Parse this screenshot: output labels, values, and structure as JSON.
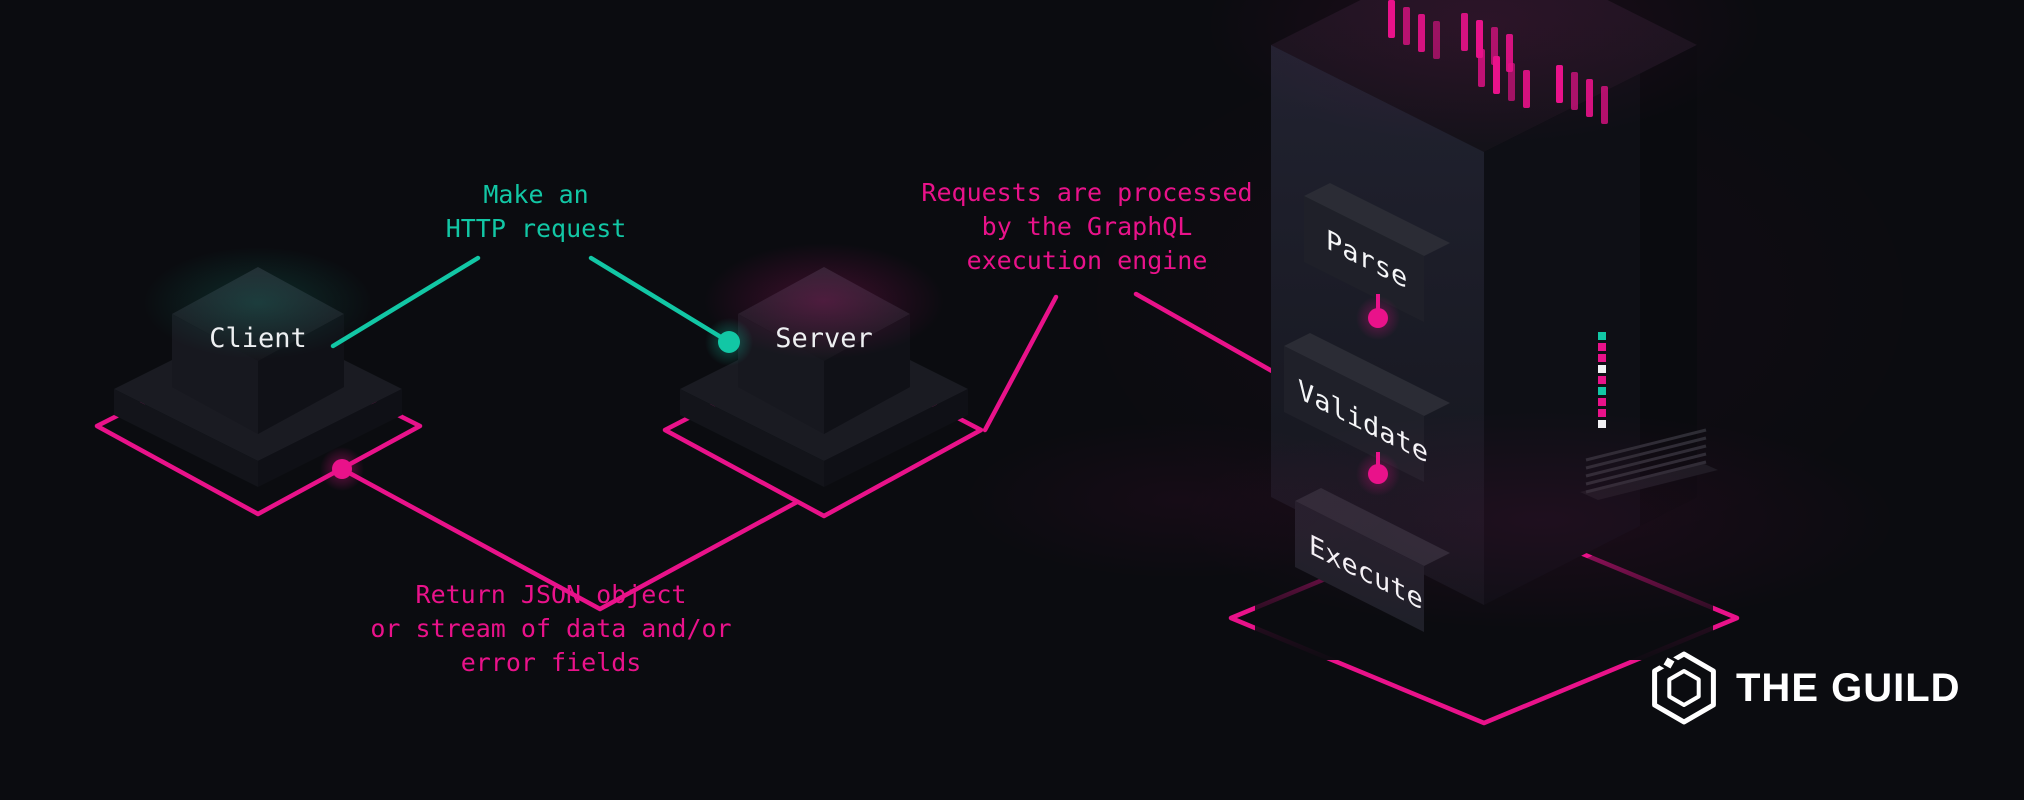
{
  "scene": {
    "title": "GraphQL request flow diagram",
    "background": "#0b0c10"
  },
  "colors": {
    "accent_teal": "#12c7a5",
    "accent_pink": "#e9128a",
    "text_white": "#eef0f2"
  },
  "nodes": {
    "client": "Client",
    "server": "Server"
  },
  "annotations": {
    "request": [
      "Make an",
      "HTTP request"
    ],
    "engine": [
      "Requests are processed",
      "by the GraphQL",
      "execution engine"
    ],
    "response": [
      "Return JSON object",
      "or stream of data and/or",
      "error fields"
    ]
  },
  "engine_steps": [
    "Parse",
    "Validate",
    "Execute"
  ],
  "brand": {
    "name": "THE GUILD"
  }
}
